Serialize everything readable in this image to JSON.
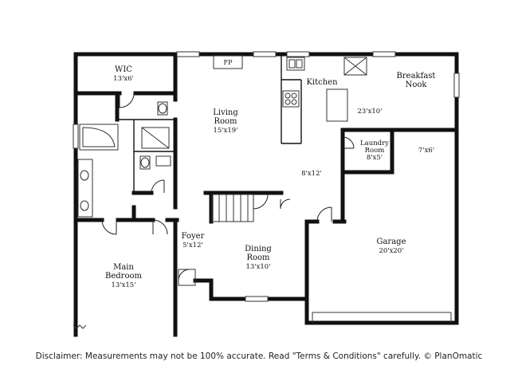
{
  "rooms": {
    "wic": {
      "name": "WIC",
      "dims": "13'x6'"
    },
    "living": {
      "name_line1": "Living",
      "name_line2": "Room",
      "dims": "15'x19'"
    },
    "fireplace": "FP",
    "kitchen": {
      "name": "Kitchen",
      "dims": "23'x10'"
    },
    "breakfast": {
      "name_line1": "Breakfast",
      "name_line2": "Nook"
    },
    "laundry": {
      "name_line1": "Laundry",
      "name_line2": "Room",
      "dims": "8'x5'"
    },
    "storage": {
      "dims": "7'x6'"
    },
    "hall": {
      "dims": "8'x12'"
    },
    "foyer": {
      "name": "Foyer",
      "dims": "5'x12'"
    },
    "dining": {
      "name_line1": "Dining",
      "name_line2": "Room",
      "dims": "13'x10'"
    },
    "garage": {
      "name": "Garage",
      "dims": "20'x20'"
    },
    "main_bedroom": {
      "name_line1": "Main",
      "name_line2": "Bedroom",
      "dims": "13'x15'"
    }
  },
  "disclaimer": "Disclaimer: Measurements may not be 100% accurate. Read \"Terms & Conditions\" carefully. © PlanOmatic"
}
